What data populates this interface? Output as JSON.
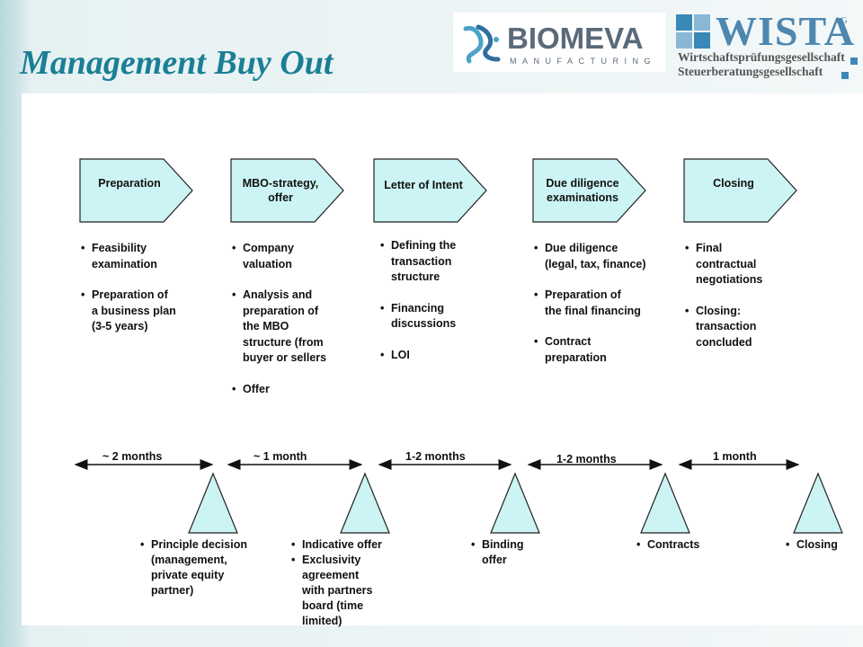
{
  "title": "Management Buy Out",
  "logos": {
    "biomeva": {
      "name": "BIOMEVA",
      "subtitle": "MANUFACTURING"
    },
    "wista": {
      "name": "WISTA",
      "suffix": "AG",
      "line1": "Wirtschaftsprüfungsgesellschaft",
      "line2": "Steuerberatungsgesellschaft"
    }
  },
  "colors": {
    "title": "#1a7f95",
    "shape_fill": "#ccf4f4",
    "shape_stroke": "#222222",
    "band": "#b7d8dc"
  },
  "stages": [
    {
      "label": "Preparation",
      "bullets": [
        "Feasibility\nexamination",
        "Preparation of\na business plan\n(3-5 years)"
      ]
    },
    {
      "label": "MBO-strategy,\noffer",
      "bullets": [
        "Company\n valuation",
        "Analysis and\npreparation of\nthe MBO\nstructure (from\n  buyer or sellers",
        "Offer"
      ]
    },
    {
      "label": "Letter of Intent",
      "bullets": [
        "Defining the\ntransaction\nstructure",
        "Financing\ndiscussions",
        "LOI"
      ]
    },
    {
      "label": "Due diligence\nexaminations",
      "bullets": [
        "Due  diligence\n(legal, tax, finance)",
        "Preparation of\nthe final financing",
        "Contract\npreparation"
      ]
    },
    {
      "label": "Closing",
      "bullets": [
        "Final\ncontractual\nnegotiations",
        "Closing:\ntransaction\nconcluded"
      ]
    }
  ],
  "durations": [
    "~ 2 months",
    "~ 1 month",
    "1-2 months",
    "1-2 months",
    "1 month"
  ],
  "milestones": [
    {
      "items": [
        "Principle decision\n(management,\nprivate equity\npartner)"
      ]
    },
    {
      "items": [
        "Indicative offer",
        "Exclusivity\nagreement\nwith partners\nboard (time\nlimited)"
      ]
    },
    {
      "items": [
        "Binding\noffer"
      ]
    },
    {
      "items": [
        "Contracts"
      ]
    },
    {
      "items": [
        "Closing"
      ]
    }
  ]
}
